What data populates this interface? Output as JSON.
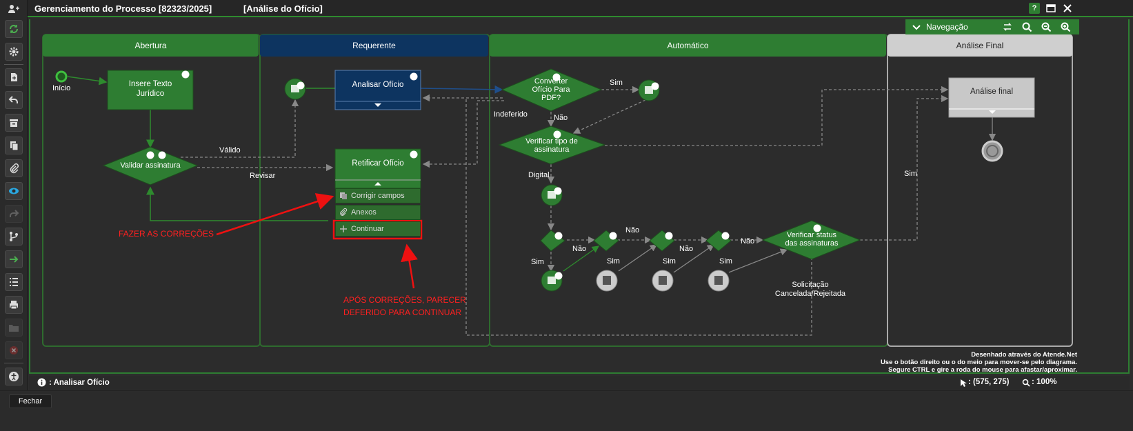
{
  "window": {
    "title": "Gerenciamento do Processo [82323/2025]",
    "subtitle": "[Análise do Ofício]"
  },
  "navigation": {
    "label": "Navegação"
  },
  "lanes": {
    "abertura": "Abertura",
    "requerente": "Requerente",
    "automatico": "Automático",
    "analise_final": "Análise Final"
  },
  "nodes": {
    "inicio": "Início",
    "insere_texto": "Insere Texto Jurídico",
    "validar_assinatura": "Validar assinatura",
    "analisar_oficio": "Analisar Ofício",
    "retificar_oficio": "Retificar Ofício",
    "converter_pdf": "Converter Ofício Para PDF?",
    "verificar_tipo": "Verificar tipo de assinatura",
    "verificar_status": "Verificar status das assinaturas",
    "analise_final": "Análise final"
  },
  "edge_labels": {
    "valido": "Válido",
    "revisar": "Revisar",
    "sim_pdf": "Sim",
    "indeferido": "Indeferido",
    "nao_pdf": "Não",
    "digital": "Digital",
    "sim_1": "Sim",
    "nao_1": "Não",
    "nao_2": "Não",
    "sim_2": "Sim",
    "nao_3": "Não",
    "sim_3": "Sim",
    "nao_4": "Não",
    "sim_4": "Sim",
    "sim_final": "Sim",
    "cancelada": "Solicitação Cancelada/Rejeitada"
  },
  "menu": {
    "corrigir": "Corrigir campos",
    "anexos": "Anexos",
    "continuar": "Continuar"
  },
  "annotations": {
    "fazer": "FAZER AS CORREÇÕES",
    "apos": "APÓS CORREÇÕES, PARECER DEFERIDO PARA CONTINUAR"
  },
  "hints": {
    "line1": "Desenhado através do Atende.Net",
    "line2": "Use o botão direito ou o do meio para mover-se pelo diagrama.",
    "line3": "Segure CTRL e gire a roda do mouse para afastar/aproximar."
  },
  "status": {
    "current": ": Analisar Ofício",
    "coords": ": (575, 275)",
    "zoom": ": 100%"
  },
  "footer": {
    "close": "Fechar"
  },
  "colors": {
    "green": "#2e7d32",
    "blue": "#0d3460",
    "annotation": "#ff2020",
    "grey_lane": "#cfcfcf"
  }
}
